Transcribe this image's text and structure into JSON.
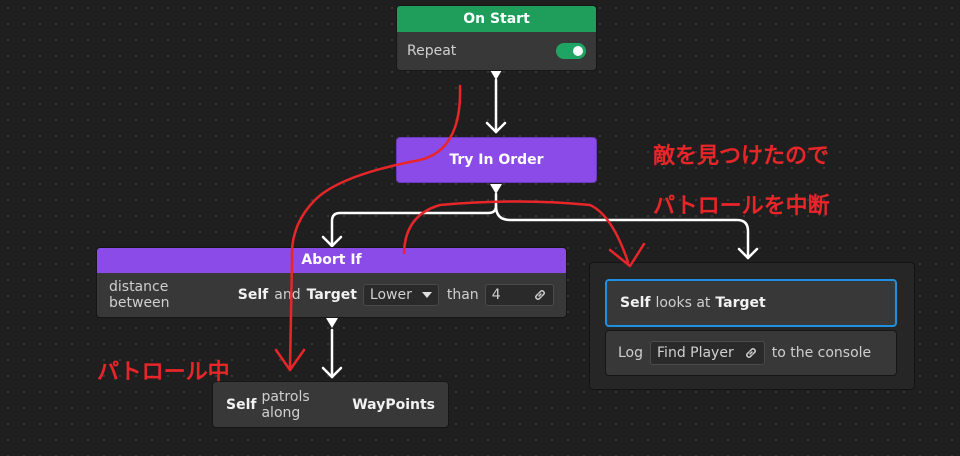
{
  "on_start": {
    "title": "On Start",
    "repeat_label": "Repeat",
    "repeat_on": true
  },
  "try_in_order": {
    "title": "Try In Order"
  },
  "abort_if": {
    "title": "Abort If",
    "text_distance": "distance between",
    "self": "Self",
    "text_and": "and",
    "target": "Target",
    "comparison": "Lower",
    "text_than": "than",
    "value": "4"
  },
  "patrol": {
    "self": "Self",
    "text": "patrols along",
    "waypoints": "WayPoints"
  },
  "look": {
    "self": "Self",
    "text": "looks at",
    "target": "Target"
  },
  "log": {
    "prefix": "Log",
    "message": "Find Player",
    "suffix": "to the console"
  },
  "annotations": {
    "found_enemy_line1": "敵を見つけたので",
    "found_enemy_line2": "パトロールを中断",
    "patrolling": "パトロール中"
  },
  "colors": {
    "start_green": "#1e9e5a",
    "composite_purple": "#8b4be8",
    "accent_blue": "#1f8fe0",
    "annotation_red": "#e8262a"
  }
}
